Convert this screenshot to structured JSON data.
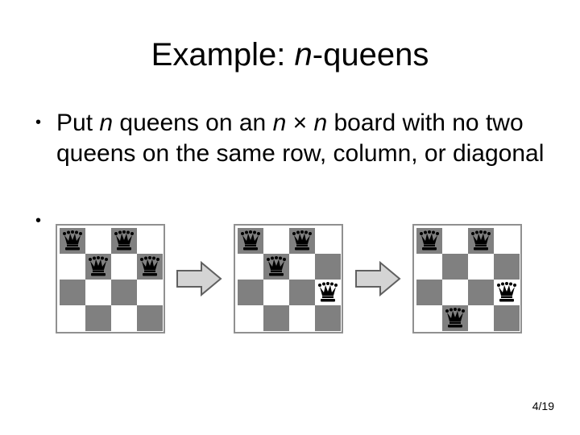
{
  "slide": {
    "title_prefix": "Example: ",
    "title_var": "n",
    "title_suffix": "-queens",
    "bullet1": {
      "t1": "Put ",
      "v1": "n",
      "t2": " queens on an ",
      "v2": "n",
      "t3": " × ",
      "v3": "n",
      "t4": " board with no two queens on the same row, column, or diagonal"
    },
    "page_number": "4/19"
  },
  "boards": [
    {
      "queens": [
        [
          0,
          0
        ],
        [
          0,
          2
        ],
        [
          1,
          1
        ],
        [
          1,
          3
        ]
      ]
    },
    {
      "queens": [
        [
          0,
          0
        ],
        [
          0,
          2
        ],
        [
          1,
          1
        ],
        [
          2,
          3
        ]
      ]
    },
    {
      "queens": [
        [
          0,
          0
        ],
        [
          0,
          2
        ],
        [
          2,
          3
        ],
        [
          3,
          1
        ]
      ]
    }
  ],
  "icons": {
    "queen": "chess-queen-icon",
    "arrow": "right-arrow-icon"
  },
  "colors": {
    "dark_square": "#808080",
    "light_square": "#ffffff",
    "arrow_fill": "#d4d4d4",
    "arrow_stroke": "#606060"
  }
}
